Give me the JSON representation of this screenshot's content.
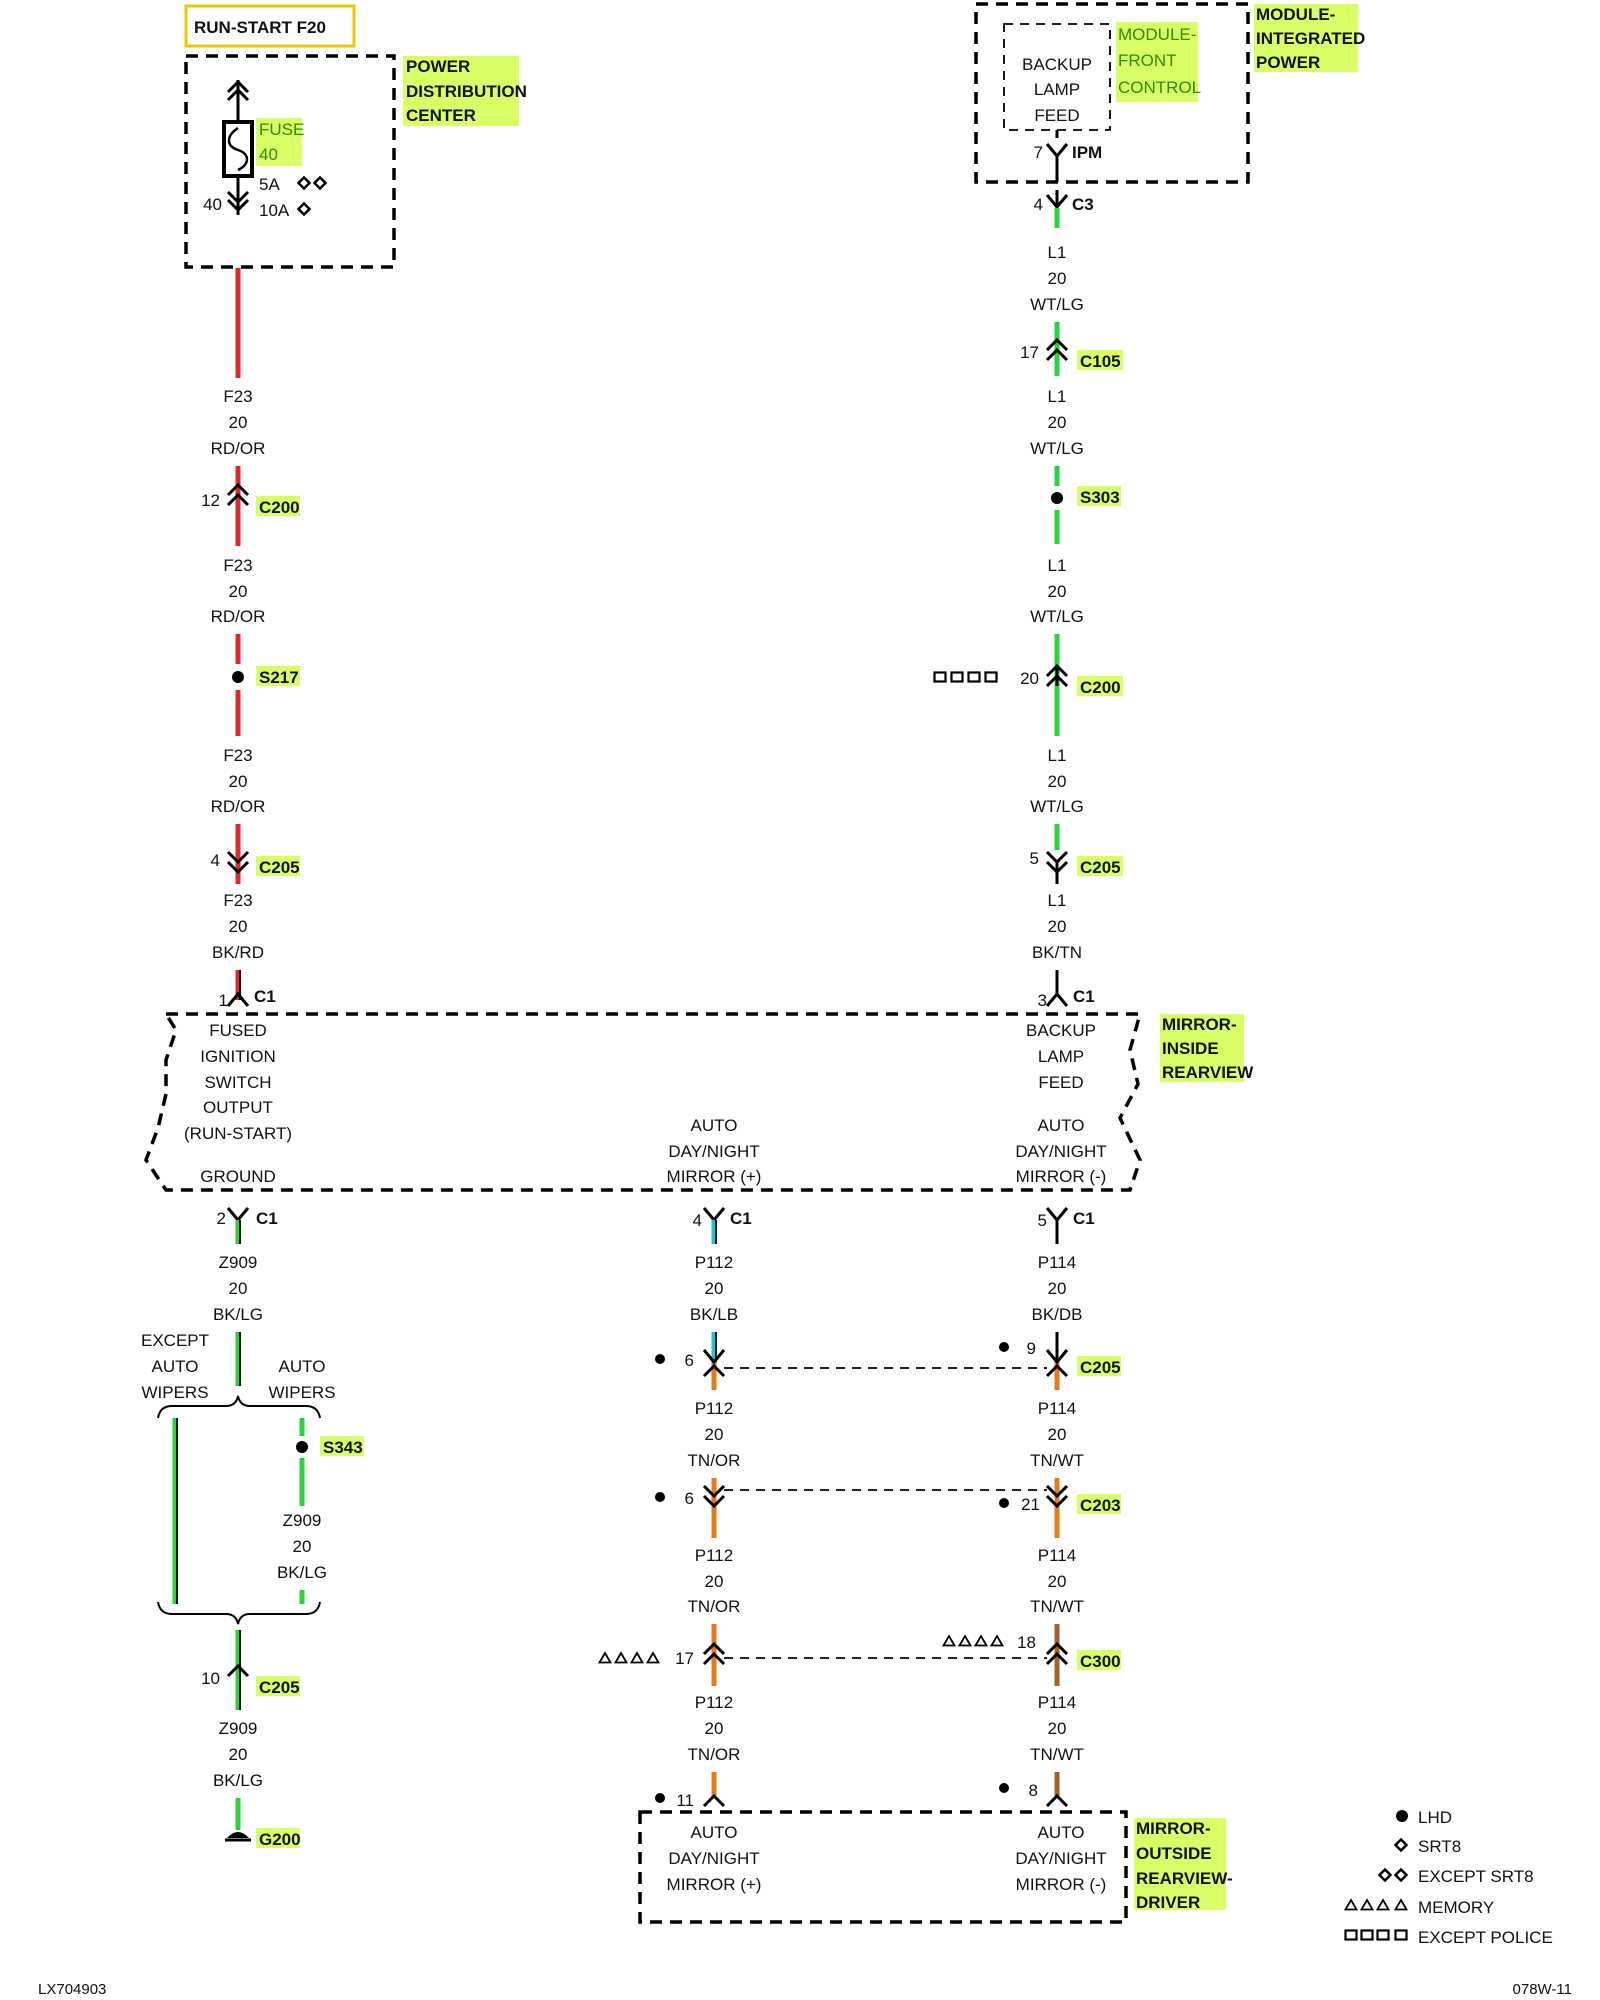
{
  "colors": {
    "red": "#e8262a",
    "green": "#27d43a",
    "black": "#111111",
    "cyan": "#19c8d6",
    "orange": "#e67a18",
    "brown": "#a0632e",
    "highlight": "#d9ff66",
    "title_border": "#f2c400"
  },
  "title": "RUN-START F20",
  "modules": {
    "pdc": "POWER DISTRIBUTION CENTER",
    "pdc_lines": [
      "POWER",
      "DISTRIBUTION",
      "CENTER"
    ],
    "fuse_lines": [
      "FUSE",
      "40"
    ],
    "fuse_5a": "5A",
    "fuse_10a": "10A",
    "fuse_pin": "40",
    "mip_lines": [
      "MODULE-",
      "INTEGRATED",
      "POWER"
    ],
    "mfc_lines": [
      "MODULE-",
      "FRONT",
      "CONTROL"
    ],
    "backup_lines": [
      "BACKUP",
      "LAMP",
      "FEED"
    ],
    "ipm_pin": "7",
    "ipm": "IPM",
    "mirror_inside_lines": [
      "MIRROR-",
      "INSIDE",
      "REARVIEW"
    ],
    "mirror_outside_lines": [
      "MIRROR-",
      "OUTSIDE",
      "REARVIEW-",
      "DRIVER"
    ]
  },
  "mirror_inside": {
    "fused_lines": [
      "FUSED",
      "IGNITION",
      "SWITCH",
      "OUTPUT",
      "(RUN-START)"
    ],
    "ground": "GROUND",
    "backup_lines": [
      "BACKUP",
      "LAMP",
      "FEED"
    ],
    "auto_pos_lines": [
      "AUTO",
      "DAY/NIGHT",
      "MIRROR (+)"
    ],
    "auto_neg_lines": [
      "AUTO",
      "DAY/NIGHT",
      "MIRROR (-)"
    ]
  },
  "mirror_outside": {
    "auto_pos_lines": [
      "AUTO",
      "DAY/NIGHT",
      "MIRROR (+)"
    ],
    "auto_neg_lines": [
      "AUTO",
      "DAY/NIGHT",
      "MIRROR (-)"
    ]
  },
  "wires": {
    "f23_a": [
      "F23",
      "20",
      "RD/OR"
    ],
    "f23_b": [
      "F23",
      "20",
      "RD/OR"
    ],
    "f23_c": [
      "F23",
      "20",
      "RD/OR"
    ],
    "f23_d": [
      "F23",
      "20",
      "BK/RD"
    ],
    "l1_a": [
      "L1",
      "20",
      "WT/LG"
    ],
    "l1_b": [
      "L1",
      "20",
      "WT/LG"
    ],
    "l1_c": [
      "L1",
      "20",
      "WT/LG"
    ],
    "l1_d": [
      "L1",
      "20",
      "WT/LG"
    ],
    "l1_e": [
      "L1",
      "20",
      "BK/TN"
    ],
    "z909_a": [
      "Z909",
      "20",
      "BK/LG"
    ],
    "z909_b": [
      "Z909",
      "20",
      "BK/LG"
    ],
    "z909_c": [
      "Z909",
      "20",
      "BK/LG"
    ],
    "p112_a": [
      "P112",
      "20",
      "BK/LB"
    ],
    "p112_b": [
      "P112",
      "20",
      "TN/OR"
    ],
    "p112_c": [
      "P112",
      "20",
      "TN/OR"
    ],
    "p112_d": [
      "P112",
      "20",
      "TN/OR"
    ],
    "p114_a": [
      "P114",
      "20",
      "BK/DB"
    ],
    "p114_b": [
      "P114",
      "20",
      "TN/WT"
    ],
    "p114_c": [
      "P114",
      "20",
      "TN/WT"
    ],
    "p114_d": [
      "P114",
      "20",
      "TN/WT"
    ]
  },
  "connectors": {
    "c200_left": {
      "pin": "12",
      "name": "C200"
    },
    "s217": {
      "name": "S217"
    },
    "c205_left": {
      "pin": "4",
      "name": "C205"
    },
    "c1_fused": {
      "pin": "1",
      "name": "C1"
    },
    "c3": {
      "pin": "4",
      "name": "C3"
    },
    "c105": {
      "pin": "17",
      "name": "C105"
    },
    "s303": {
      "name": "S303"
    },
    "c200_right": {
      "pin": "20",
      "name": "C200"
    },
    "c205_right": {
      "pin": "5",
      "name": "C205"
    },
    "c1_backup": {
      "pin": "3",
      "name": "C1"
    },
    "c1_ground": {
      "pin": "2",
      "name": "C1"
    },
    "c1_pos": {
      "pin": "4",
      "name": "C1"
    },
    "c1_neg": {
      "pin": "5",
      "name": "C1"
    },
    "s343": {
      "name": "S343"
    },
    "c205_ground": {
      "pin": "10",
      "name": "C205"
    },
    "g200": {
      "name": "G200"
    },
    "c205_mid_p112": {
      "pin": "6"
    },
    "c205_mid_p114": {
      "pin": "9",
      "name": "C205"
    },
    "c203_p112": {
      "pin": "6"
    },
    "c203_p114": {
      "pin": "21",
      "name": "C203"
    },
    "c300_p112": {
      "pin": "17"
    },
    "c300_p114": {
      "pin": "18",
      "name": "C300"
    },
    "out_p112": {
      "pin": "11"
    },
    "out_p114": {
      "pin": "8"
    }
  },
  "ground_split": {
    "except_lines": [
      "EXCEPT",
      "AUTO",
      "WIPERS"
    ],
    "auto_lines": [
      "AUTO",
      "WIPERS"
    ]
  },
  "legend": [
    {
      "symbol": "●",
      "label": "LHD"
    },
    {
      "symbol": "◈",
      "label": "SRT8"
    },
    {
      "symbol": "◈◈",
      "label": "EXCEPT SRT8"
    },
    {
      "symbol": "▵▵▵▵",
      "label": "MEMORY"
    },
    {
      "symbol": "▭▭▭▭",
      "label": "EXCEPT POLICE"
    }
  ],
  "footer": {
    "left": "LX704903",
    "right": "078W-11"
  }
}
